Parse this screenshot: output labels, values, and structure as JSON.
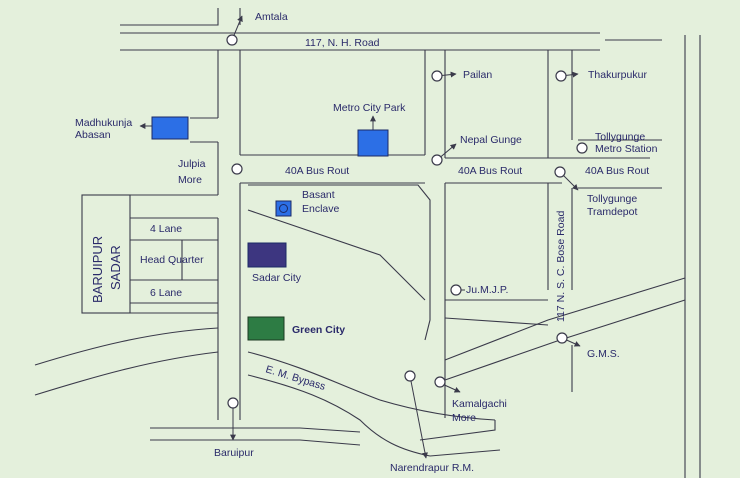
{
  "colors": {
    "background": "#e4f0dc",
    "road": "#3a3a4a",
    "label": "#2a2a6a",
    "blue_marker": "#2c6fe6",
    "purple_marker": "#3d3680",
    "green_marker": "#2d7c44"
  },
  "roads": {
    "nh_road": "117, N. H. Road",
    "bus_route_west": "40A Bus Rout",
    "bus_route_mid": "40A Bus Rout",
    "bus_route_east": "40A Bus Rout",
    "bypass": "E. M. Bypass",
    "nsc_bose_road": "117 N. S. C. Bose Road",
    "four_lane": "4 Lane",
    "six_lane": "6 Lane"
  },
  "places": {
    "amtala": "Amtala",
    "pailan": "Pailan",
    "thakurpukur": "Thakurpukur",
    "madhukunja_1": "Madhukunja",
    "madhukunja_2": "Abasan",
    "metro_city_park": "Metro City Park",
    "nepal_gunge": "Nepal Gunge",
    "tollygunge_metro_1": "Tollygunge",
    "tollygunge_metro_2": "Metro Station",
    "julpia_1": "Julpia",
    "julpia_2": "More",
    "basant_1": "Basant",
    "basant_2": "Enclave",
    "tollygunge_tram_1": "Tollygunge",
    "tollygunge_tram_2": "Tramdepot",
    "baruipur_sadar_1": "BARUIPUR",
    "baruipur_sadar_2": "SADAR",
    "head_quarter": "Head Quarter",
    "sadar_city": "Sadar City",
    "jumjp": "Ju.M.J.P.",
    "green_city": "Green City",
    "gms": "G.M.S.",
    "kamalgachi_1": "Kamalgachi",
    "kamalgachi_2": "More",
    "baruipur": "Baruipur",
    "narendrapur": "Narendrapur R.M."
  },
  "icons": [
    "place-node-icon",
    "direction-arrow-icon",
    "square-marker-icon"
  ]
}
